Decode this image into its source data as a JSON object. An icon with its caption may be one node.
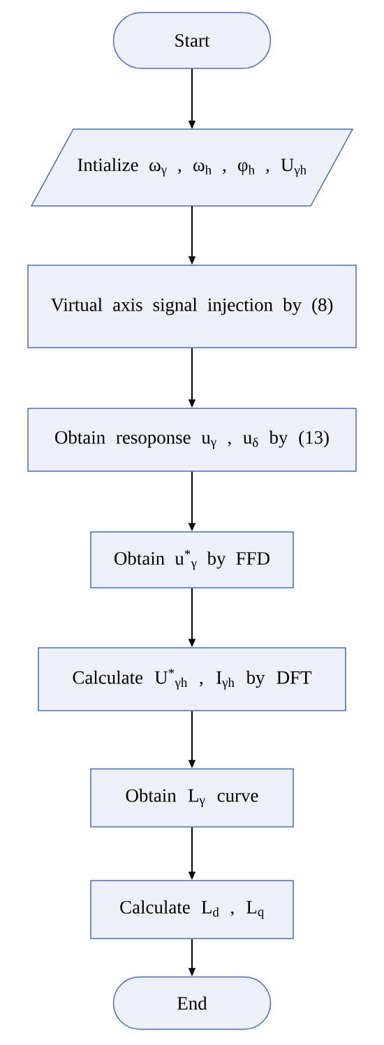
{
  "diagram": {
    "nodes": [
      {
        "text": [
          "Start"
        ]
      },
      {
        "text": [
          "Intialize ω$_{γ}$ , ω$_{h}$ , φ$_{h}$ , U$_{γh}$"
        ]
      },
      {
        "text": [
          "Virtual axis signal injection by (8)"
        ]
      },
      {
        "text": [
          "Obtain resoponse u$_{γ}$ , u$_{δ}$  by (13)"
        ]
      },
      {
        "text": [
          "Obtain u$^{*}$$_{γ}$ by FFD"
        ]
      },
      {
        "text": [
          "Calculate U$^{*}$$_{γh}$ , I$_{γh}$ by DFT"
        ]
      },
      {
        "text": [
          "Obtain L$_{γ}$ curve"
        ]
      },
      {
        "text": [
          "Calculate L$_{d}$ , L$_{q}$"
        ]
      },
      {
        "text": [
          "End"
        ]
      }
    ],
    "edges": [
      {
        "from": 0,
        "to": 1,
        "arrow": "to"
      },
      {
        "from": 1,
        "to": 2,
        "arrow": "to"
      },
      {
        "from": 2,
        "to": 3,
        "arrow": "to"
      },
      {
        "from": 3,
        "to": 4,
        "arrow": "to"
      },
      {
        "from": 4,
        "to": 5,
        "arrow": "to"
      },
      {
        "from": 5,
        "to": 6,
        "arrow": "to"
      },
      {
        "from": 6,
        "to": 7,
        "arrow": "to"
      },
      {
        "from": 7,
        "to": 8,
        "arrow": "to"
      }
    ]
  }
}
